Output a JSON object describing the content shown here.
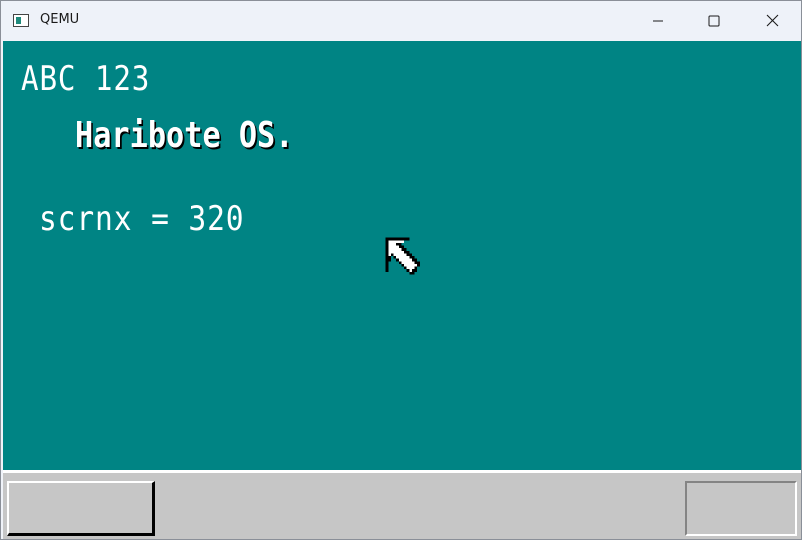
{
  "window": {
    "title": "QEMU",
    "icon": "qemu-app-icon",
    "controls": {
      "minimize_icon": "minimize-icon",
      "maximize_icon": "maximize-icon",
      "close_icon": "close-icon"
    }
  },
  "screen": {
    "background_color": "#008484",
    "lines": {
      "line1": "ABC 123",
      "line2": "Haribote OS.",
      "line3": "scrnx = 320"
    },
    "cursor_icon": "mouse-cursor-icon"
  },
  "taskbar": {
    "background_color": "#c6c6c6",
    "left_button_label": "",
    "right_area_label": ""
  }
}
